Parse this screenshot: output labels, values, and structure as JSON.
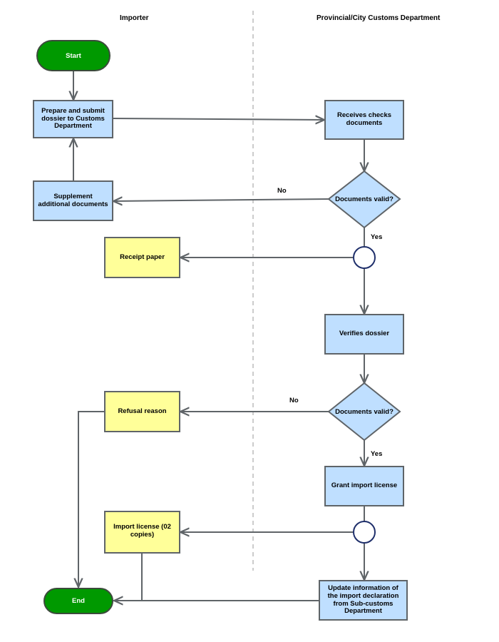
{
  "lanes": {
    "left": "Importer",
    "right": "Provincial/City Customs Department"
  },
  "nodes": {
    "start": "Start",
    "prepare": "Prepare and submit dossier to Customs Department",
    "receives": "Receives checks documents",
    "supplement": "Supplement additional documents",
    "valid1": "Documents valid?",
    "receipt": "Receipt paper",
    "verifies": "Verifies dossier",
    "valid2": "Documents valid?",
    "refusal": "Refusal reason",
    "grant": "Grant import license",
    "license": "Import license (02 copies)",
    "update": "Update information of the import declaration from Sub-customs Department",
    "end": "End"
  },
  "edges": {
    "no1": "No",
    "yes1": "Yes",
    "no2": "No",
    "yes2": "Yes"
  },
  "colors": {
    "process_fill": "#bfdfff",
    "output_fill": "#ffff99",
    "terminal_fill": "#009900",
    "connector_stroke": "#1f2f6b",
    "line": "#5f6468"
  }
}
